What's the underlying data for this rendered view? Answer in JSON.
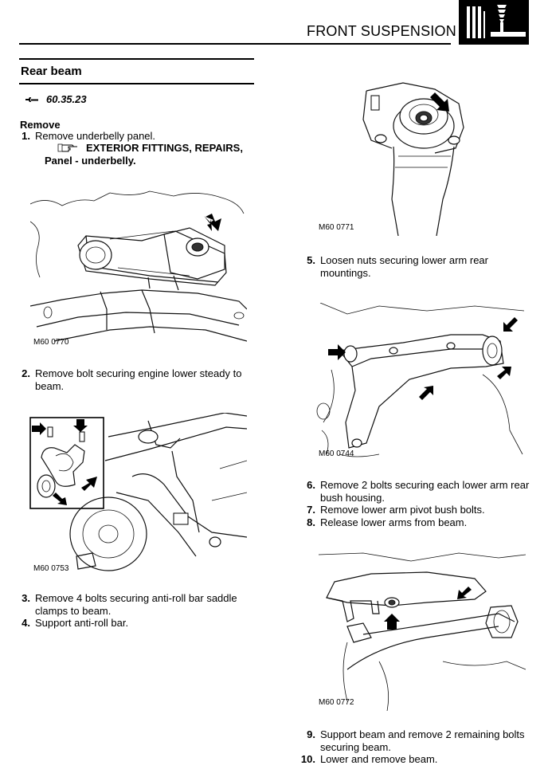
{
  "header": {
    "title": "FRONT SUSPENSION",
    "logo_icon": "suspension-section-icon"
  },
  "section": {
    "title": "Rear beam",
    "op_icon": "spanner-icon",
    "op_code": "60.35.23",
    "remove_heading": "Remove"
  },
  "steps": [
    {
      "num": "1.",
      "lines": [
        "Remove underbelly panel."
      ]
    },
    {
      "num": "2.",
      "lines": [
        "Remove bolt securing engine lower steady to",
        "beam."
      ]
    },
    {
      "num": "3.",
      "lines": [
        "Remove 4 bolts securing anti-roll bar saddle",
        "clamps to beam."
      ]
    },
    {
      "num": "4.",
      "lines": [
        "Support anti-roll bar."
      ]
    },
    {
      "num": "5.",
      "lines": [
        "Loosen nuts securing lower arm rear",
        "mountings."
      ]
    },
    {
      "num": "6.",
      "lines": [
        "Remove 2 bolts securing each lower arm rear",
        "bush housing."
      ]
    },
    {
      "num": "7.",
      "lines": [
        "Remove lower arm pivot bush bolts."
      ]
    },
    {
      "num": "8.",
      "lines": [
        "Release lower arms from beam."
      ]
    },
    {
      "num": "9.",
      "lines": [
        "Support beam and remove 2 remaining bolts",
        "securing beam."
      ]
    },
    {
      "num": "10.",
      "lines": [
        "Lower and remove beam."
      ]
    }
  ],
  "reference": {
    "icon": "pointing-hand-icon",
    "line1": "EXTERIOR FITTINGS, REPAIRS,",
    "line2": "Panel - underbelly."
  },
  "figures": {
    "fig1": "M60 0770",
    "fig2": "M60 0753",
    "fig3": "M60 0771",
    "fig4": "M60 0744",
    "fig5": "M60 0772"
  }
}
